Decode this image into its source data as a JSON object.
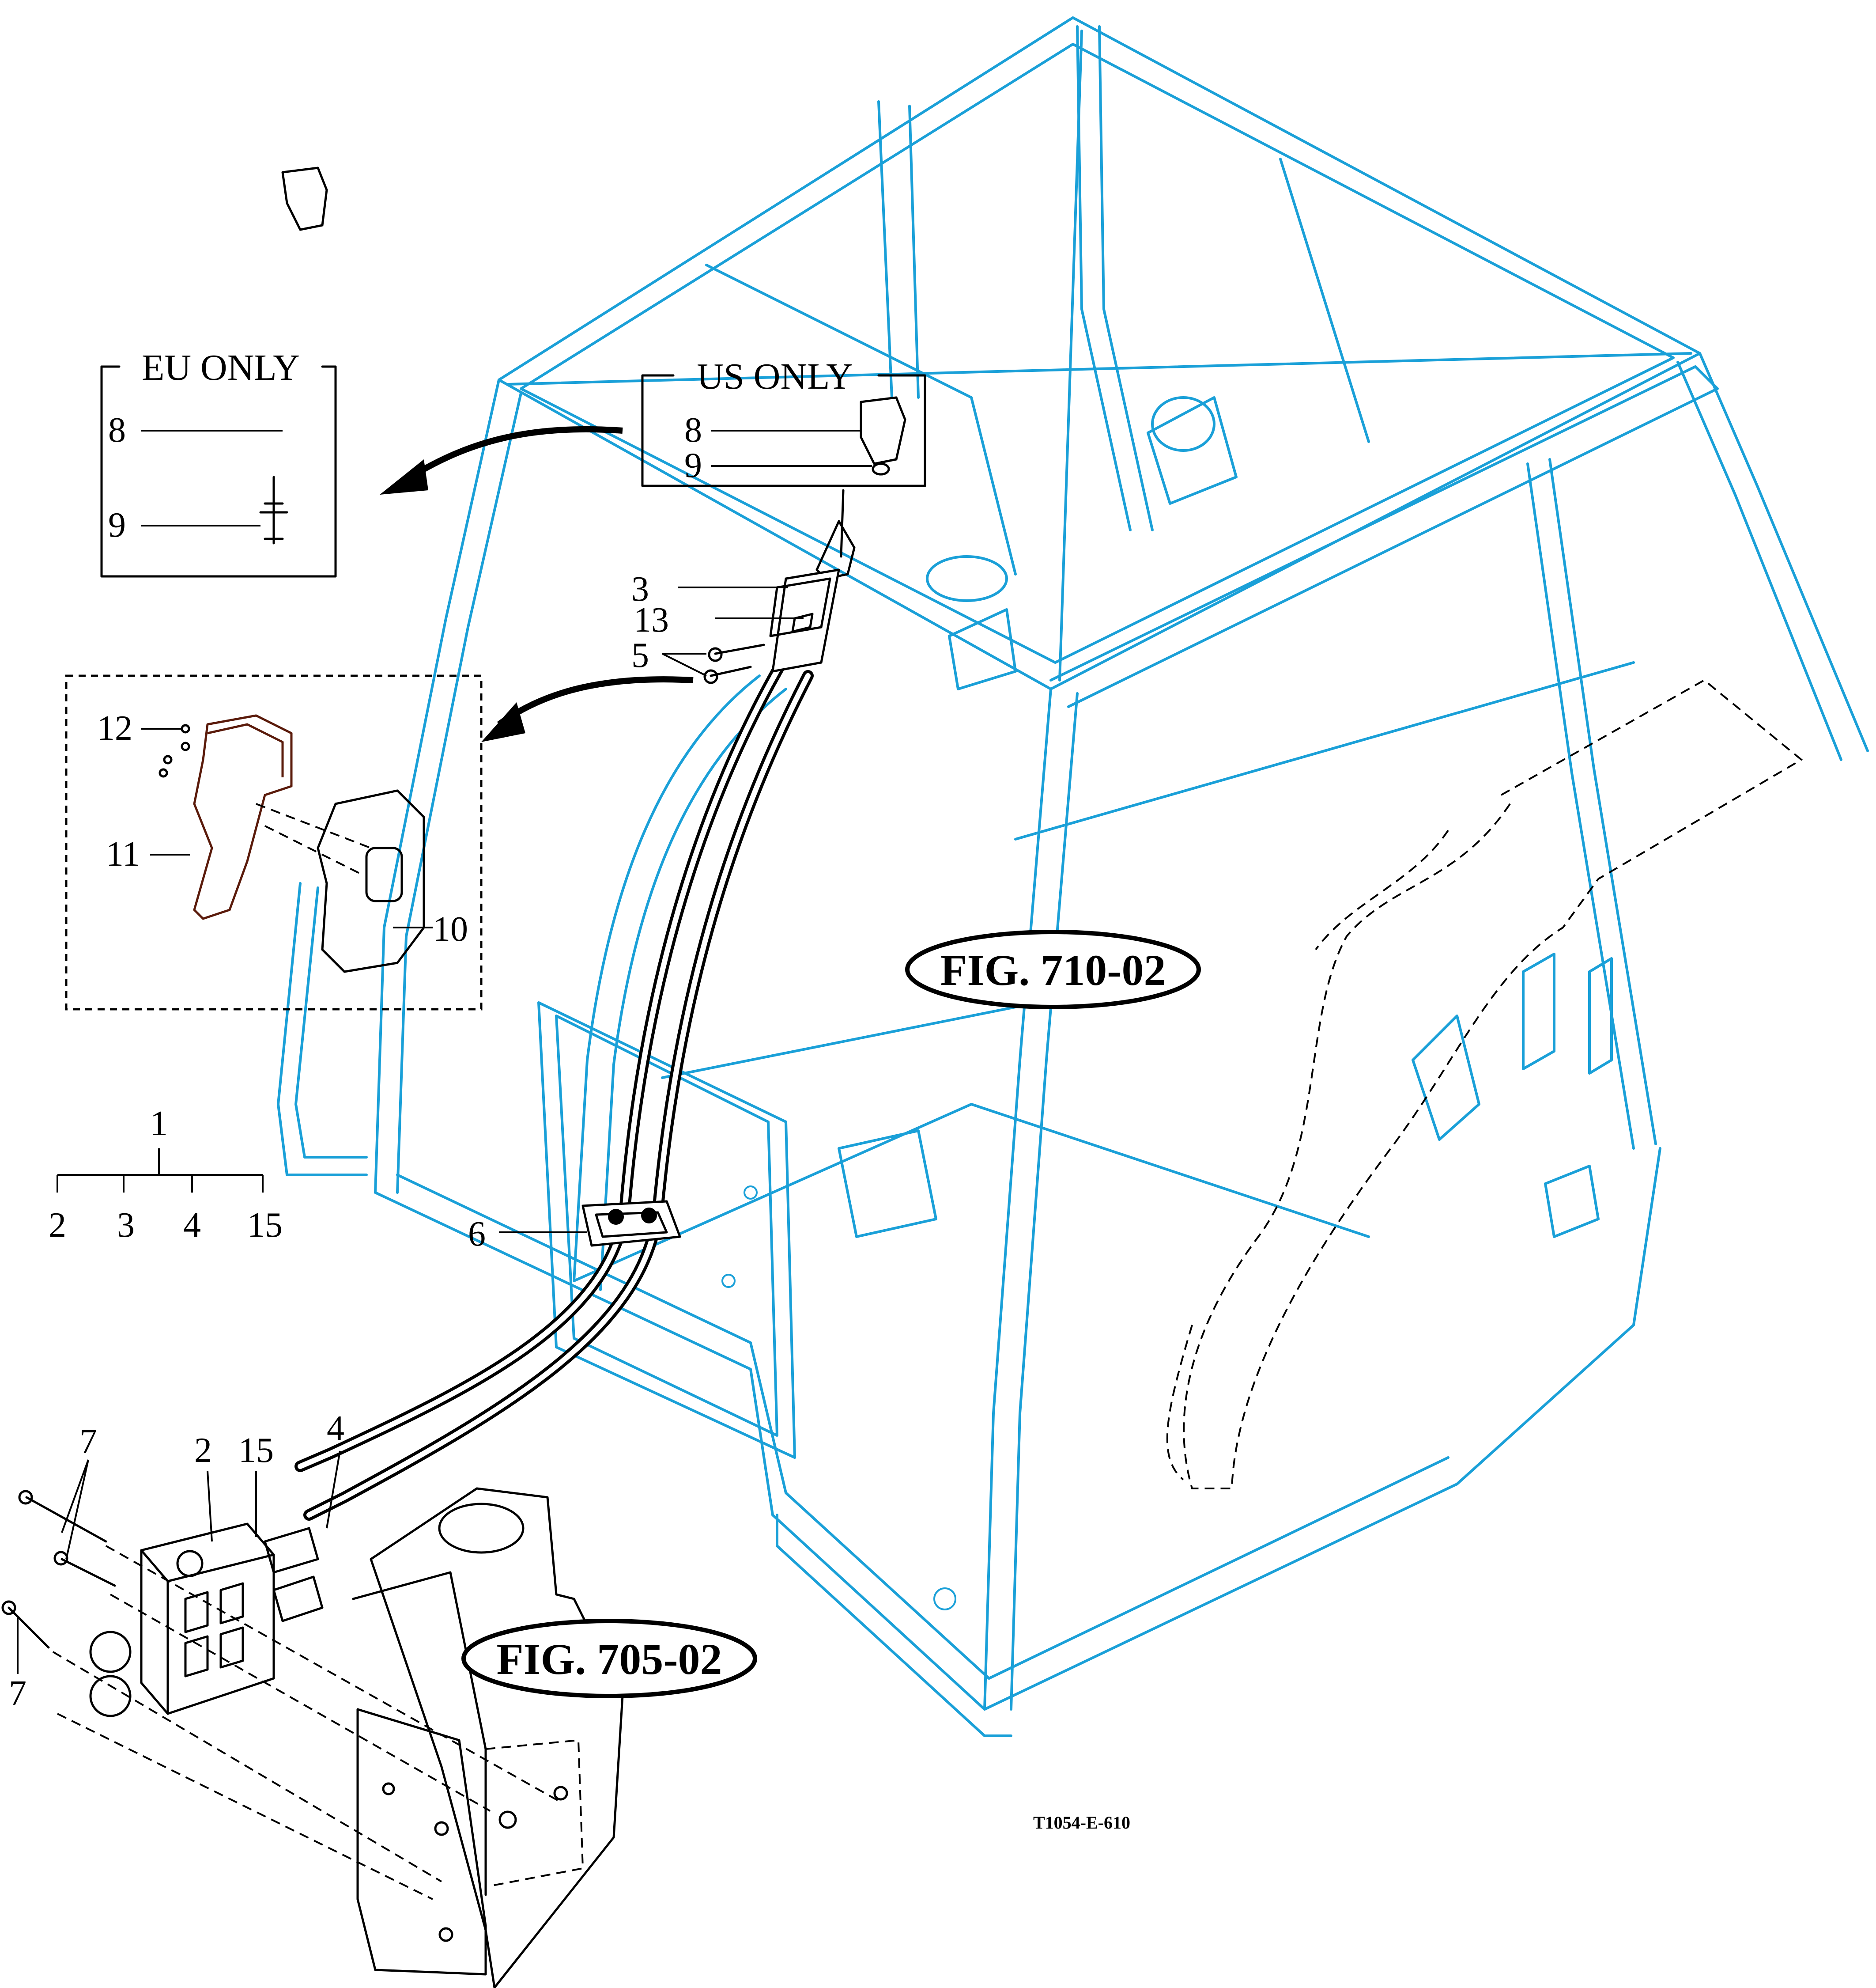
{
  "boxes": {
    "eu_only": {
      "title": "EU ONLY",
      "labels": [
        "8",
        "9"
      ]
    },
    "us_only": {
      "title": "US ONLY",
      "labels": [
        "8",
        "9"
      ]
    },
    "cover_detail": {
      "labels": [
        "12",
        "11",
        "10"
      ]
    }
  },
  "callouts": {
    "lever": "3",
    "bracket": "13",
    "bolts_top": "5",
    "grommet": "6",
    "bolts_left_top": "7",
    "bolts_left_bottom": "7",
    "valve": "2",
    "fitting": "15",
    "cables": "4"
  },
  "assembly_tree": {
    "root": "1",
    "children": [
      "2",
      "3",
      "4",
      "15"
    ]
  },
  "figure_refs": {
    "cab": "FIG. 710-02",
    "bracket": "FIG. 705-02"
  },
  "drawing_code": "T1054-E-610",
  "colors": {
    "cab_line": "#1aa0d8",
    "parts_line": "#000000",
    "cover_line": "#5a1a0a"
  }
}
